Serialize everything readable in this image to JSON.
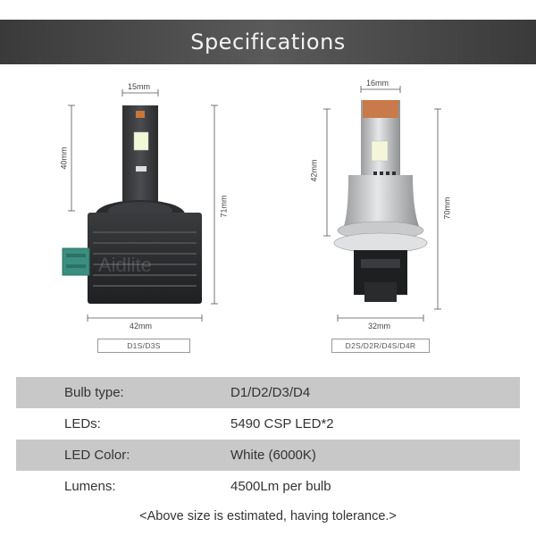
{
  "header": {
    "title": "Specifications"
  },
  "left_bulb": {
    "width_top": "15mm",
    "height_led": "40mm",
    "height_total": "71mm",
    "width_base": "42mm",
    "model": "D1S/D3S"
  },
  "right_bulb": {
    "width_top": "16mm",
    "height_led": "42mm",
    "height_total": "70mm",
    "width_base": "32mm",
    "model": "D2S/D2R/D4S/D4R"
  },
  "specs": [
    {
      "key": "Bulb type:",
      "value": "D1/D2/D3/D4"
    },
    {
      "key": "LEDs:",
      "value": "5490 CSP LED*2"
    },
    {
      "key": "LED Color:",
      "value": "White (6000K)"
    },
    {
      "key": "Lumens:",
      "value": "4500Lm per bulb"
    }
  ],
  "footnote": "<Above size is estimated, having tolerance.>",
  "colors": {
    "banner": "#4a4a4a",
    "row_shade": "#c8c8c8",
    "connector_teal": "#3b8f80"
  }
}
